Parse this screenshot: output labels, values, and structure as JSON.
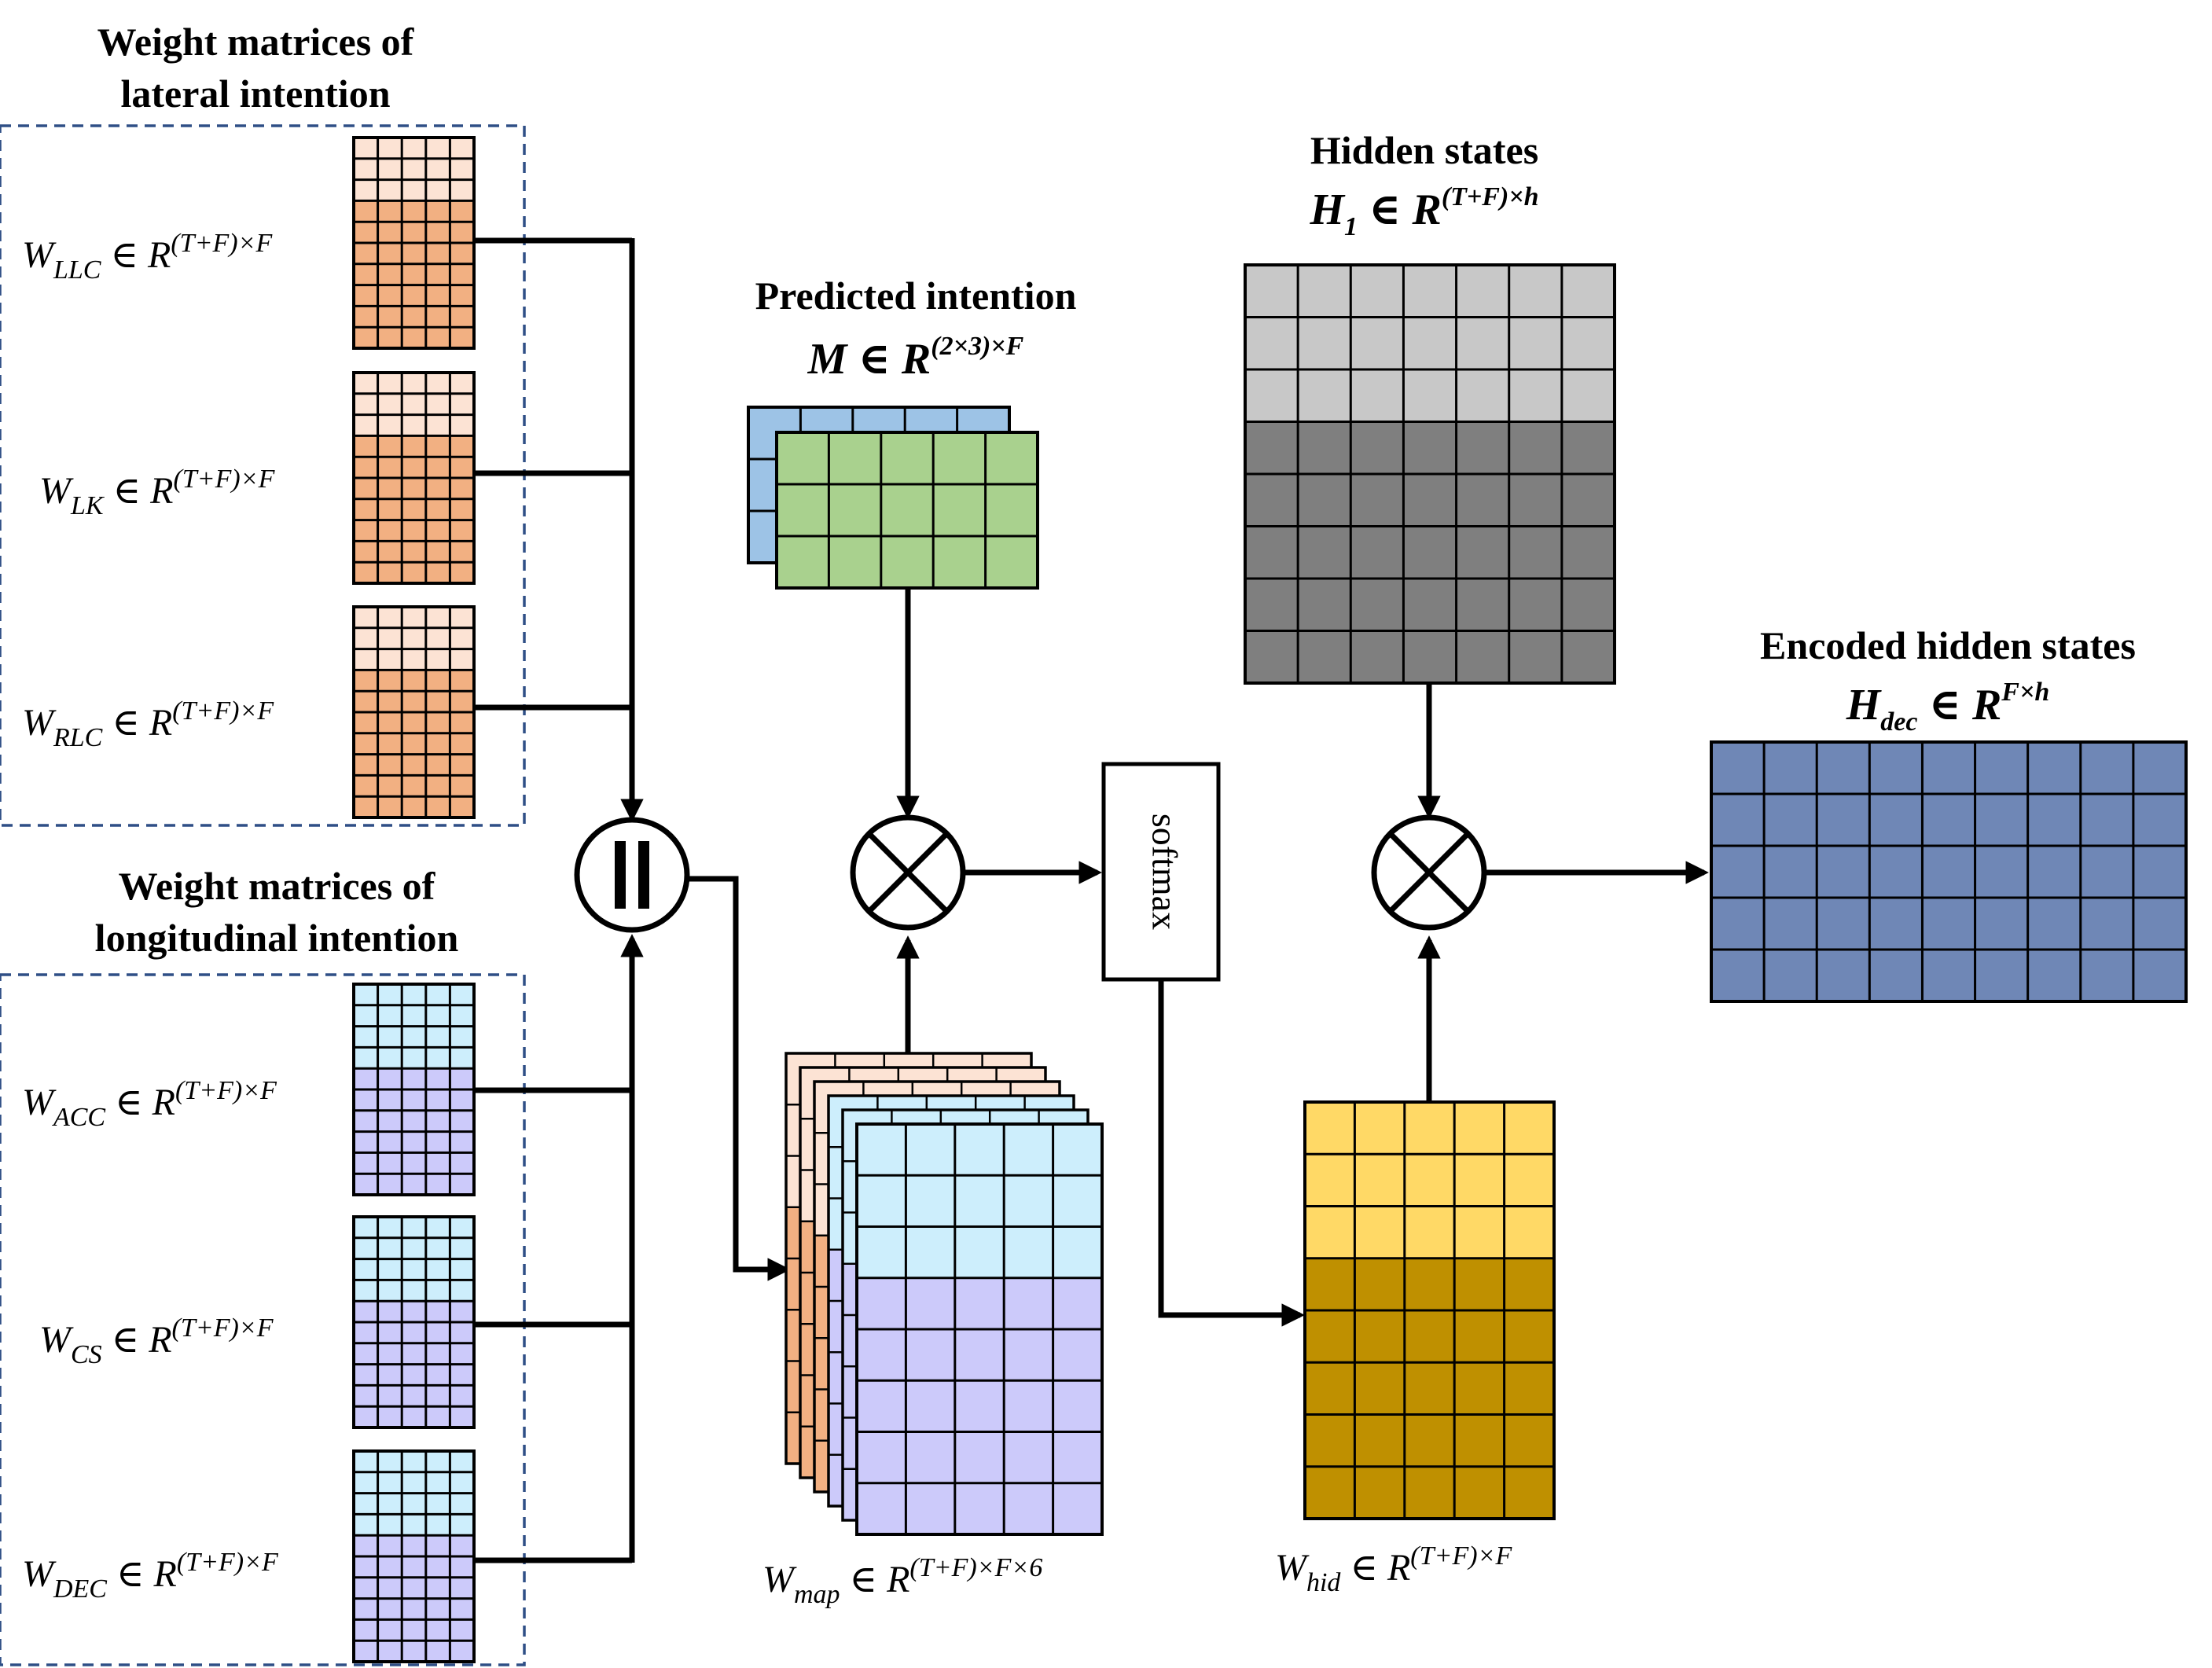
{
  "lateral_group": {
    "title_line1": "Weight matrices of",
    "title_line2": "lateral intention",
    "matrices": [
      {
        "sym": "W",
        "sub": "LLC",
        "rel": " ∈ R",
        "sup": "(T+F)×F"
      },
      {
        "sym": "W",
        "sub": "LK",
        "rel": " ∈ R",
        "sup": "(T+F)×F"
      },
      {
        "sym": "W",
        "sub": "RLC",
        "rel": " ∈ R",
        "sup": "(T+F)×F"
      }
    ]
  },
  "longitudinal_group": {
    "title_line1": "Weight matrices of",
    "title_line2": "longitudinal intention",
    "matrices": [
      {
        "sym": "W",
        "sub": "ACC",
        "rel": " ∈ R",
        "sup": "(T+F)×F"
      },
      {
        "sym": "W",
        "sub": "CS",
        "rel": " ∈ R",
        "sup": "(T+F)×F"
      },
      {
        "sym": "W",
        "sub": "DEC",
        "rel": " ∈ R",
        "sup": "(T+F)×F"
      }
    ]
  },
  "predicted": {
    "title": "Predicted intention",
    "sym": "M",
    "rel": " ∈ R",
    "sup": "(2×3)×F"
  },
  "hidden": {
    "title": "Hidden states",
    "sym": "H",
    "sub": "1",
    "rel": " ∈ R",
    "sup": "(T+F)×h"
  },
  "encoded": {
    "title": "Encoded hidden states",
    "sym": "H",
    "sub": "dec",
    "rel": " ∈ R",
    "sup": "F×h"
  },
  "map": {
    "sym": "W",
    "sub": "map",
    "rel": " ∈ R",
    "sup": "(T+F)×F×6"
  },
  "hid": {
    "sym": "W",
    "sub": "hid",
    "rel": " ∈ R",
    "sup": "(T+F)×F"
  },
  "softmax_label": "softmax",
  "colors": {
    "lateral_light": "#fce3d4",
    "lateral_dark": "#f2b082",
    "long_light": "#cdeefc",
    "long_dark": "#cccafa",
    "predicted_back": "#9dc3e6",
    "predicted_front": "#a9d18e",
    "hidden_light": "#c8c8c8",
    "hidden_dark": "#7f7f7f",
    "encoded": "#6f87b6",
    "hid_light": "#ffd966",
    "hid_dark": "#bf9000",
    "frame": "#2f4f86"
  }
}
